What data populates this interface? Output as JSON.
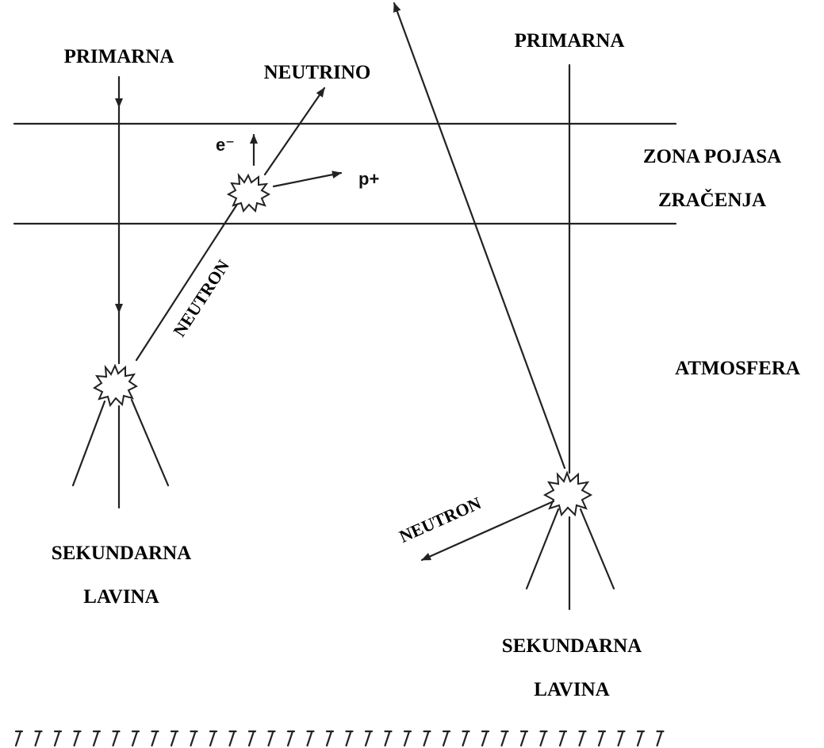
{
  "colors": {
    "ink": "#222222",
    "background": "#ffffff"
  },
  "labels": {
    "primary_left": "PRIMARNA",
    "primary_right": "PRIMARNA",
    "neutrino": "NEUTRINO",
    "electron": "e⁻",
    "proton": "p+",
    "radiation_zone_line1": "ZONA POJASA",
    "radiation_zone_line2": "ZRAČENJA",
    "atmosphere": "ATMOSFERA",
    "neutron_left": "NEUTRON",
    "neutron_right": "NEUTRON",
    "secondary_left_line1": "SEKUNDARNA",
    "secondary_left_line2": "LAVINA",
    "secondary_right_line1": "SEKUNDARNA",
    "secondary_right_line2": "LAVINA"
  },
  "icons": [
    "burst-icon",
    "ground-hatch-icon",
    "arrow-icon"
  ]
}
